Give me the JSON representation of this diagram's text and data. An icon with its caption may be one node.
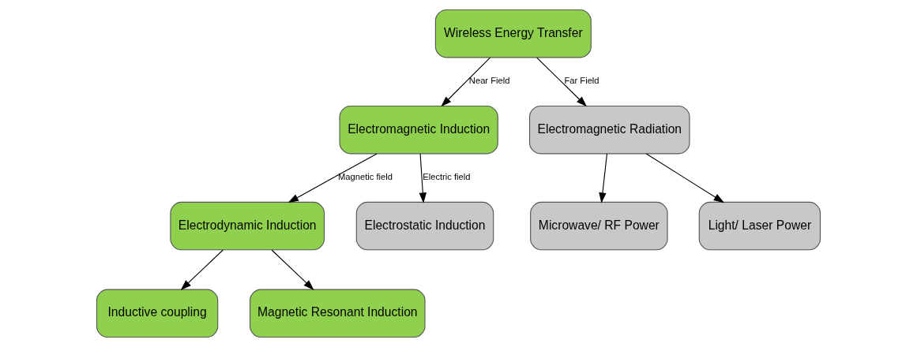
{
  "diagram": {
    "nodes": [
      {
        "text": [
          "Wireless Energy Transfer"
        ]
      },
      {
        "text": [
          "Electromagnetic Induction"
        ]
      },
      {
        "text": [
          "Electromagnetic Radiation"
        ]
      },
      {
        "text": [
          "Electrodynamic Induction"
        ]
      },
      {
        "text": [
          "Electrostatic Induction"
        ]
      },
      {
        "text": [
          "Microwave/ RF Power"
        ]
      },
      {
        "text": [
          "Light/ Laser Power"
        ]
      },
      {
        "text": [
          "Inductive coupling"
        ]
      },
      {
        "text": [
          "Magnetic Resonant Induction"
        ]
      }
    ],
    "edges": [
      {
        "from": 0,
        "to": 1,
        "arrow": "to",
        "label": "Near Field"
      },
      {
        "from": 0,
        "to": 2,
        "arrow": "to",
        "label": "Far Field"
      },
      {
        "from": 1,
        "to": 3,
        "arrow": "to",
        "label": "Magnetic field"
      },
      {
        "from": 1,
        "to": 4,
        "arrow": "to",
        "label": "Electric field"
      },
      {
        "from": 2,
        "to": 5,
        "arrow": "to"
      },
      {
        "from": 2,
        "to": 6,
        "arrow": "to"
      },
      {
        "from": 3,
        "to": 7,
        "arrow": "to"
      },
      {
        "from": 3,
        "to": 8,
        "arrow": "to"
      }
    ]
  }
}
